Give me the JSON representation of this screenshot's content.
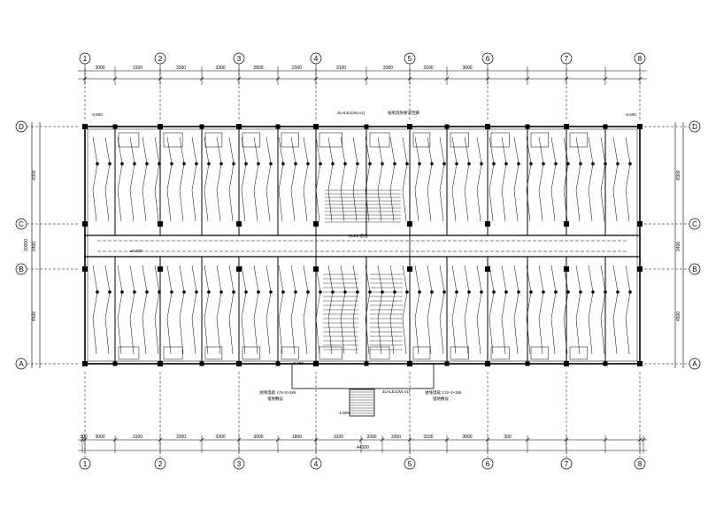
{
  "grid": {
    "columns": [
      "1",
      "2",
      "3",
      "4",
      "5",
      "6",
      "7",
      "8"
    ],
    "rows": [
      "D",
      "C",
      "B",
      "A"
    ]
  },
  "dimensions": {
    "top": [
      "3000",
      "3100",
      "3300",
      "3300",
      "2800",
      "2300",
      "3100",
      "3300",
      "3100",
      "3000"
    ],
    "bottom": [
      "300",
      "3000",
      "3100",
      "3300",
      "3300",
      "3000",
      "1800",
      "3100",
      "3300",
      "3300",
      "3100",
      "3000",
      "300"
    ],
    "bottom_total": "44200",
    "left": [
      "6900",
      "2400",
      "4500"
    ],
    "left_total": "20000",
    "right": [
      "6900",
      "3400",
      "4500"
    ]
  },
  "annotations": {
    "level_top_left": "-0.600",
    "level_top_right": "-0.600",
    "level_mid_left": "±0.000",
    "level_entry": "-0.450",
    "level_bottom": "-1.800",
    "top_panel": "3LALE1(WLA1)",
    "top_note": "按照消防要求回路",
    "entry_panel": "3LALE1(WLA1)",
    "center_tag": "ALE1-进线",
    "pipe_left": "进线电缆 YJV-4×185",
    "pipe_left_sub": "埋地敷设",
    "pipe_right": "进线电缆 YJV-4×185",
    "pipe_right_sub": "埋地敷设"
  }
}
